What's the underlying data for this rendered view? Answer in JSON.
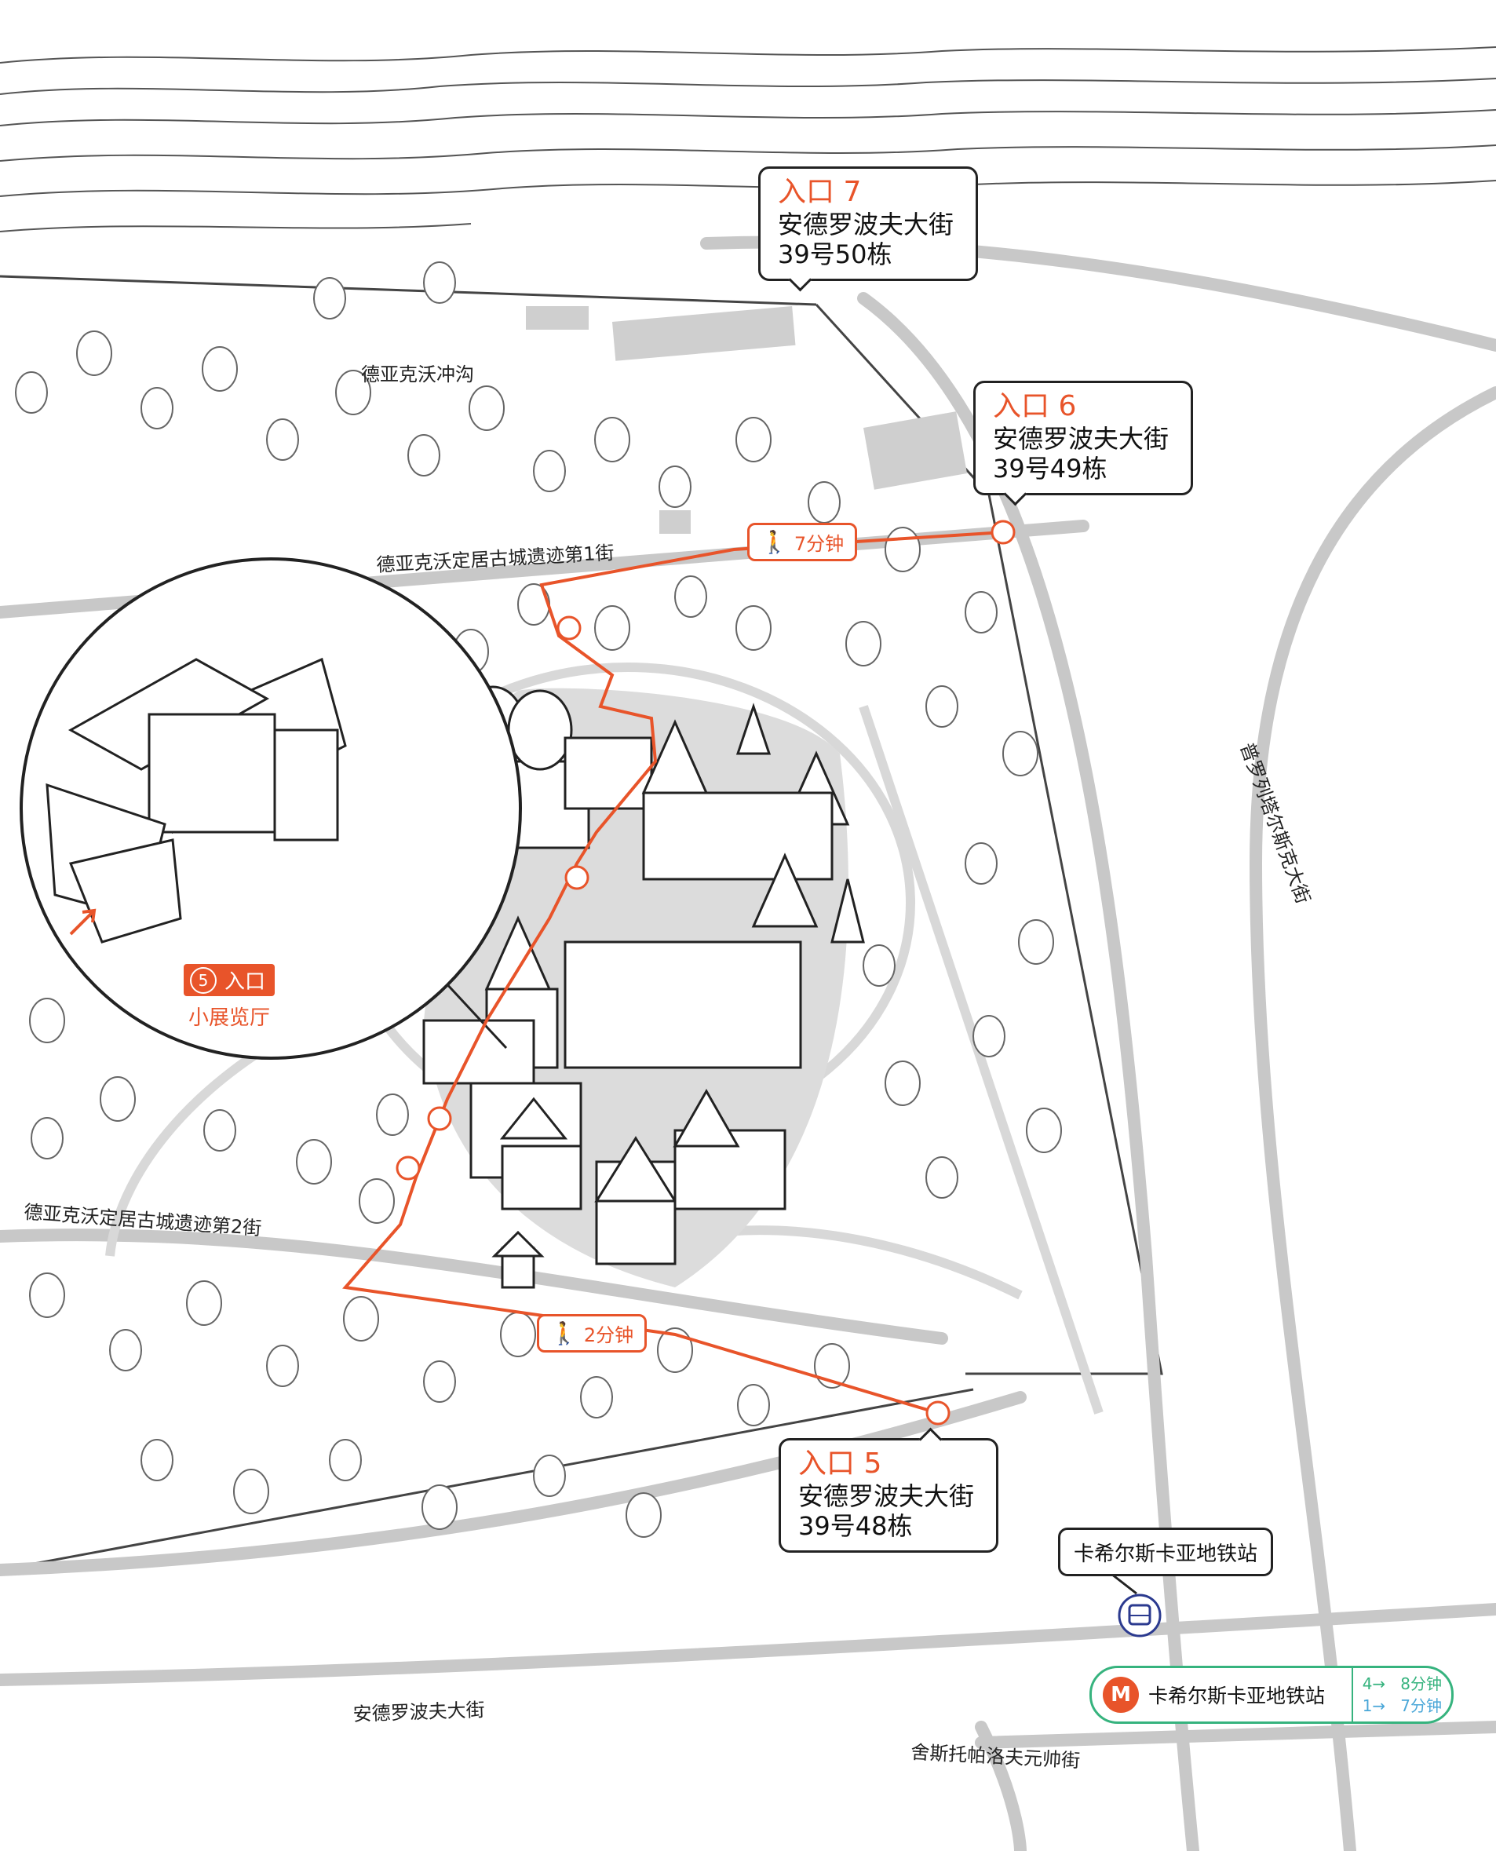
{
  "map": {
    "entrances": [
      {
        "title": "入口 7",
        "address_line1": "安德罗波夫大街",
        "address_line2": "39号50栋"
      },
      {
        "title": "入口 6",
        "address_line1": "安德罗波夫大街",
        "address_line2": "39号49栋"
      },
      {
        "title": "入口 5",
        "address_line1": "安德罗波夫大街",
        "address_line2": "39号48栋"
      }
    ],
    "streets": {
      "ravine": "德亚克沃冲沟",
      "street1": "德亚克沃定居古城遗迹第1街",
      "street2": "德亚克沃定居古城遗迹第2街",
      "prolet": "普罗列塔尔斯克大街",
      "andropov": "安德罗波夫大街",
      "shosse": "舍斯托帕洛夫元帅街"
    },
    "walk_times": {
      "north": "7分钟",
      "south": "2分钟"
    },
    "inset": {
      "number": "5",
      "label": "入口",
      "sub": "小展览厅"
    },
    "bus_stop": {
      "label": "卡希尔斯卡亚地铁站",
      "icon": "bus-icon"
    },
    "metro": {
      "icon": "metro-icon",
      "letter": "M",
      "name": "卡希尔斯卡亚地铁站",
      "line_a": "4→",
      "time_a": "8分钟",
      "line_b": "1→",
      "time_b": "7分钟"
    },
    "colors": {
      "route": "#e8542a",
      "road": "#c8c8c8",
      "metro_line": "#36b37e",
      "metro_line2": "#4aa7d8"
    }
  }
}
